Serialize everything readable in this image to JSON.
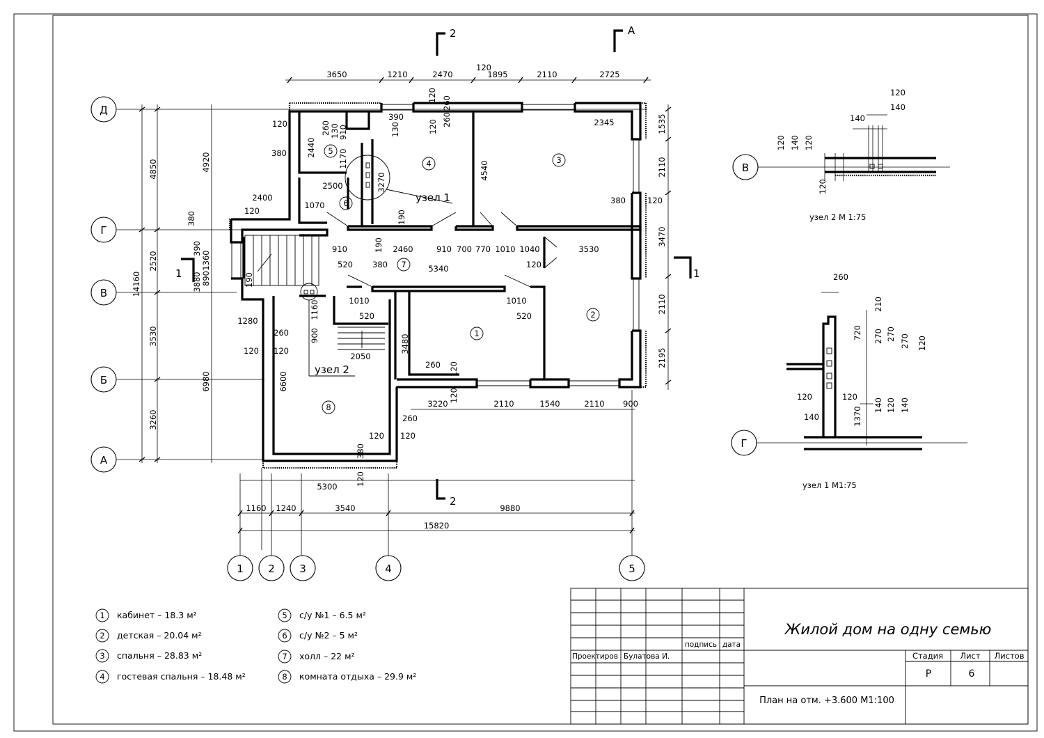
{
  "sections": {
    "s2": "2",
    "sA": "A",
    "s1": "1",
    "node1": "узел 1",
    "node2": "узел 2"
  },
  "axes_h": [
    "Д",
    "Г",
    "В",
    "Б",
    "А"
  ],
  "axes_v": [
    "1",
    "2",
    "3",
    "4",
    "5"
  ],
  "room_marks": [
    "1",
    "2",
    "3",
    "4",
    "5",
    "6",
    "7",
    "8"
  ],
  "dims_top": [
    "3650",
    "1210",
    "2470",
    "120",
    "1895",
    "2110",
    "2725"
  ],
  "dims_bottom": [
    "1160",
    "1240",
    "3540",
    "9880",
    "15820"
  ],
  "dims_left": [
    "4850",
    "2520",
    "3530",
    "3260",
    "14160",
    "4920",
    "6980",
    "6600",
    "3480"
  ],
  "dims_right": [
    "1535",
    "2110",
    "3470",
    "2110",
    "2195"
  ],
  "dims_inner": {
    "a": [
      "120",
      "120",
      "260",
      "390",
      "130",
      "130",
      "260",
      "910",
      "120",
      "260",
      "2440",
      "1170",
      "3270",
      "4540",
      "2345",
      "380",
      "120",
      "380",
      "2400",
      "2500",
      "1070",
      "120",
      "380",
      "190"
    ],
    "b": [
      "910",
      "2460",
      "910",
      "700",
      "770",
      "1010",
      "1040",
      "3530",
      "520",
      "190",
      "380",
      "5340",
      "120",
      "390",
      "1360",
      "3880",
      "890",
      "190",
      "1280",
      "1010",
      "1010",
      "520",
      "520",
      "1160",
      "900"
    ],
    "c": [
      "2050",
      "260",
      "120",
      "120",
      "120",
      "260",
      "120",
      "3220",
      "2110",
      "1540",
      "2110",
      "900",
      "260",
      "120",
      "120",
      "380",
      "120",
      "5300"
    ]
  },
  "node2_view": {
    "axis": "В",
    "caption": "узел 2 М 1:75",
    "dims": [
      "120",
      "140",
      "140",
      "120",
      "140",
      "120",
      "120"
    ]
  },
  "node1_view": {
    "axis": "Г",
    "caption": "узел 1 М1:75",
    "dims": [
      "260",
      "210",
      "720",
      "270",
      "270",
      "270",
      "120",
      "120",
      "120",
      "140",
      "120",
      "140",
      "1370",
      "140"
    ]
  },
  "legend": [
    {
      "n": "1",
      "text": "кабинет – 18.3 м²"
    },
    {
      "n": "2",
      "text": "детская – 20.04 м²"
    },
    {
      "n": "3",
      "text": "спальня – 28.83 м²"
    },
    {
      "n": "4",
      "text": "гостевая спальня – 18.48 м²"
    },
    {
      "n": "5",
      "text": "с/у №1 – 6.5 м²"
    },
    {
      "n": "6",
      "text": "с/у №2 – 5 м²"
    },
    {
      "n": "7",
      "text": "холл – 22 м²"
    },
    {
      "n": "8",
      "text": "комната отдыха – 29.9 м²"
    }
  ],
  "title_block": {
    "project": "Жилой дом на одну семью",
    "sheet_title": "План на отм. +3.600 М1:100",
    "col_sign": "подпись",
    "col_date": "дата",
    "role": "Проектиров",
    "person": "Булатова И.",
    "h_stage": "Стадия",
    "h_sheet": "Лист",
    "h_sheets": "Листов",
    "stage": "Р",
    "sheet": "6",
    "sheets": ""
  }
}
